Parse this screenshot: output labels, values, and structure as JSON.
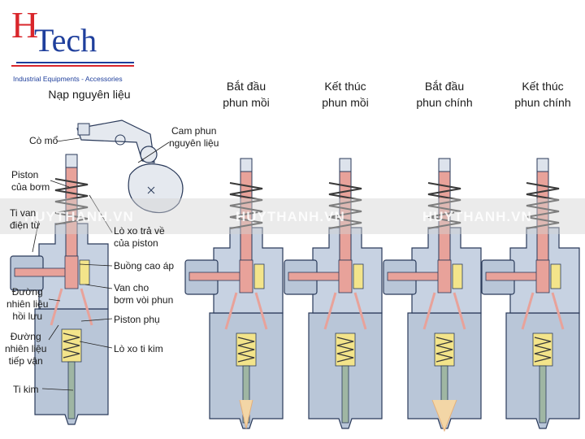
{
  "logo": {
    "h": "H",
    "tech": "Tech",
    "subtitle": "Industrial Equipments - Accessories"
  },
  "titles": {
    "intake": "Nạp nguyên liệu",
    "pilot_start": "Bắt đầu\nphun mồi",
    "pilot_end": "Kết thúc\nphun mồi",
    "main_start": "Bắt đầu\nphun chính",
    "main_end": "Kết thúc\nphun chính"
  },
  "labels": {
    "rocker": "Cò mổ",
    "cam": "Cam phun\nnguyên liệu",
    "piston": "Piston\ncủa bơm",
    "solenoid": "Ti van\nđiện từ",
    "return_spring": "Lò xo trả về\ncủa piston",
    "chamber": "Buồng cao áp",
    "nozzle_valve": "Van cho\nbơm vòi phun",
    "return_line": "Đường\nnhiên liệu\nhồi lưu",
    "aux_piston": "Piston phụ",
    "supply_line": "Đường\nnhiên liệu\ntiếp vận",
    "needle_spring": "Lò xo ti kim",
    "needle": "Ti kim"
  },
  "watermark": "HUYTHANH.VN",
  "colors": {
    "body": "#b9c6d8",
    "outline": "#2a3a5a",
    "fuel_high": "#e8a29a",
    "fuel_low": "#f3e48a",
    "spring": "#3a3a3a",
    "logo_red": "#d9262b",
    "logo_blue": "#1f3f9c"
  }
}
